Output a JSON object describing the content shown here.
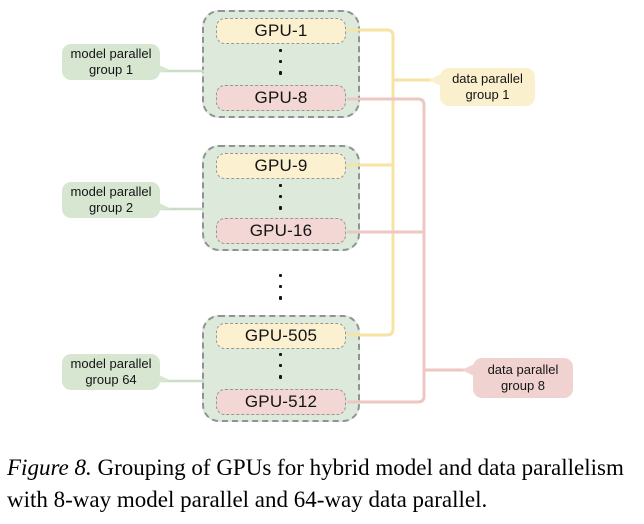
{
  "caption": {
    "label": "Figure 8.",
    "text": "Grouping of GPUs for hybrid model and data parallelism\nwith 8-way model parallel and 64-way data parallel."
  },
  "diagram": {
    "model_parallel_groups": [
      {
        "label": "model parallel\ngroup 1",
        "gpu_top": "GPU-1",
        "gpu_bottom": "GPU-8"
      },
      {
        "label": "model parallel\ngroup 2",
        "gpu_top": "GPU-9",
        "gpu_bottom": "GPU-16"
      },
      {
        "label": "model parallel\ngroup 64",
        "gpu_top": "GPU-505",
        "gpu_bottom": "GPU-512"
      }
    ],
    "data_parallel_groups": [
      {
        "label": "data parallel\ngroup 1"
      },
      {
        "label": "data parallel\ngroup 8"
      }
    ],
    "colors": {
      "model_group_box_fill": "#dde9da",
      "model_group_label_fill": "#d7e6d1",
      "model_group_connector": "#cbdec5",
      "gpu_first_fill": "#fbf1d0",
      "gpu_last_fill": "#f2d7d4",
      "data_group1_label_fill": "#fbf0cd",
      "data_group1_line": "#f7e3a3",
      "data_group8_label_fill": "#f0d3d0",
      "data_group8_line": "#edc7c3",
      "dashed_border": "#8e9493"
    }
  }
}
